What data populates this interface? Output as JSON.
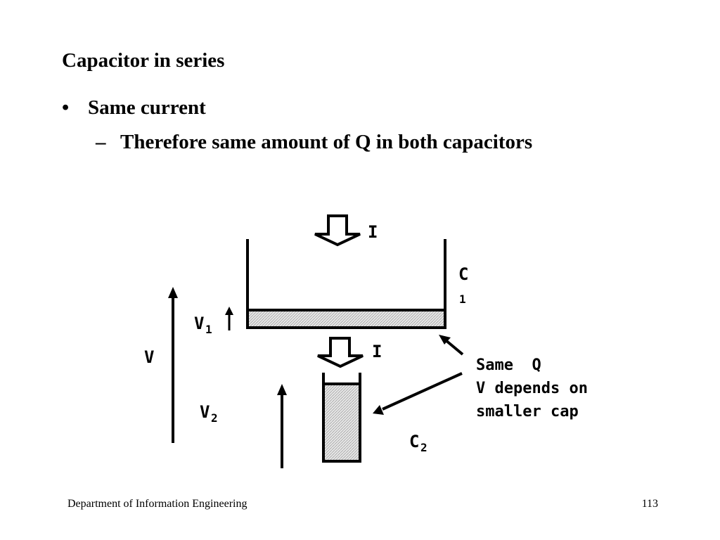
{
  "slide": {
    "title": "Capacitor in series",
    "bullet_marker": "•",
    "bullet": "Same current",
    "sub_bullet_marker": "–",
    "sub_bullet": "Therefore same amount of Q in both capacitors"
  },
  "diagram": {
    "current_label_top": "I",
    "current_label_mid": "I",
    "c1_label_main": "C",
    "c1_label_sub": "1",
    "c2_label_main": "C",
    "c2_label_sub": "2",
    "v_label": "V",
    "v1_label_main": "V",
    "v1_label_sub": "1",
    "v2_label_main": "V",
    "v2_label_sub": "2",
    "annotation_line1": "Same  Q",
    "annotation_line2": "V depends on",
    "annotation_line3": "smaller cap",
    "colors": {
      "plate_fill": "#e6e6e6",
      "stroke": "#000000"
    }
  },
  "footer": {
    "department": "Department of Information Engineering",
    "page_number": "113"
  }
}
